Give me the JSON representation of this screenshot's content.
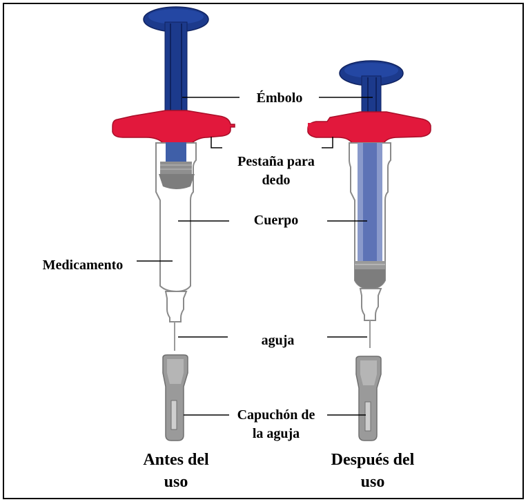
{
  "labels": {
    "plunger": "Émbolo",
    "finger_flange_line1": "Pestaña para",
    "finger_flange_line2": "dedo",
    "body": "Cuerpo",
    "medication": "Medicamento",
    "needle": "aguja",
    "needle_cap_line1": "Capuchón de",
    "needle_cap_line2": "la aguja"
  },
  "captions": {
    "before_line1": "Antes del",
    "before_line2": "uso",
    "after_line1": "Después del",
    "after_line2": "uso"
  },
  "colors": {
    "plunger_blue": "#1c3a8c",
    "plunger_dark": "#0f2260",
    "flange_red": "#e2183c",
    "flange_dark": "#a80e28",
    "barrel_outline": "#8a8a8a",
    "cap_gray": "#9a9a9a",
    "stopper_gray": "#7d7d7d"
  }
}
